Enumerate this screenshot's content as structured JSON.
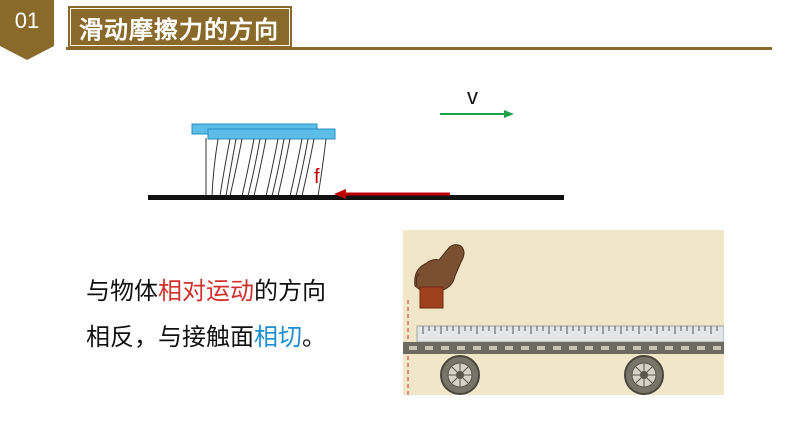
{
  "header": {
    "badge_number": "01",
    "title": "滑动摩擦力的方向"
  },
  "diagram": {
    "velocity_label": "v",
    "friction_label": "f",
    "colors": {
      "block": "#5bbde8",
      "velocity_arrow": "#1fa14a",
      "friction_arrow": "#c00000",
      "ground": "#111111"
    }
  },
  "body_text": {
    "line1_part1": "与物体",
    "line1_highlight": "相对运动",
    "line1_part2": "的方向",
    "line2_part1": "相反，与接触面",
    "line2_highlight": "相切",
    "line2_part2": "。"
  },
  "colors": {
    "brand": "#8a6a2a",
    "highlight_red": "#d0312d",
    "highlight_blue": "#1a8fd0"
  }
}
